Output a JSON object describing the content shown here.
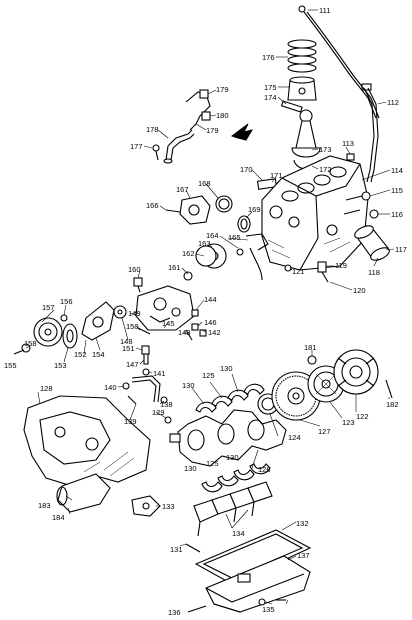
{
  "diagram": {
    "callouts": [
      "111",
      "176",
      "175",
      "174",
      "112",
      "179",
      "180",
      "178",
      "177",
      "173",
      "172",
      "113",
      "170",
      "171",
      "114",
      "115",
      "168",
      "167",
      "166",
      "169",
      "116",
      "164",
      "165",
      "163",
      "162",
      "161",
      "160",
      "117",
      "118",
      "119",
      "121",
      "120",
      "157",
      "156",
      "158",
      "155",
      "153",
      "154",
      "152",
      "148",
      "149",
      "150",
      "151",
      "147",
      "145",
      "144",
      "146",
      "143",
      "142",
      "141",
      "140",
      "139",
      "138",
      "129",
      "130",
      "125",
      "181",
      "128",
      "126",
      "127",
      "124",
      "123",
      "122",
      "182",
      "183",
      "184",
      "133",
      "132",
      "131",
      "134",
      "137",
      "136",
      "135"
    ]
  }
}
